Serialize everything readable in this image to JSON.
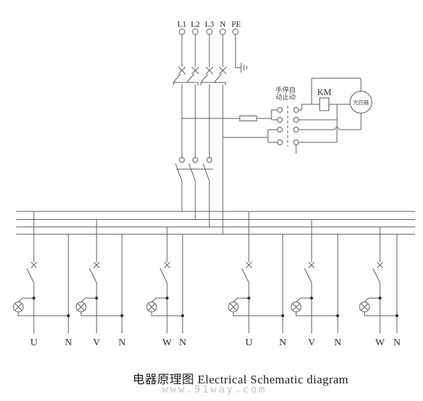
{
  "colors": {
    "line": "#5a5a5a",
    "label_text": "#2b2b2b",
    "caption_text": "#1c1c1c",
    "watermark_text": "#c4c4c4",
    "background": "#ffffff"
  },
  "supply": {
    "labels": [
      "L1",
      "L2",
      "L3",
      "N",
      "PE"
    ]
  },
  "control": {
    "selector_text_line1": "手停自",
    "selector_text_line2": "动止动",
    "contactor_label": "KM",
    "photocell_label": "光控器"
  },
  "terminals": [
    "U",
    "N",
    "V",
    "N",
    "W",
    "N",
    "U",
    "N",
    "V",
    "N",
    "W",
    "N"
  ],
  "caption": "电器原理图 Electrical Schematic diagram",
  "watermark": "www.91way.com"
}
